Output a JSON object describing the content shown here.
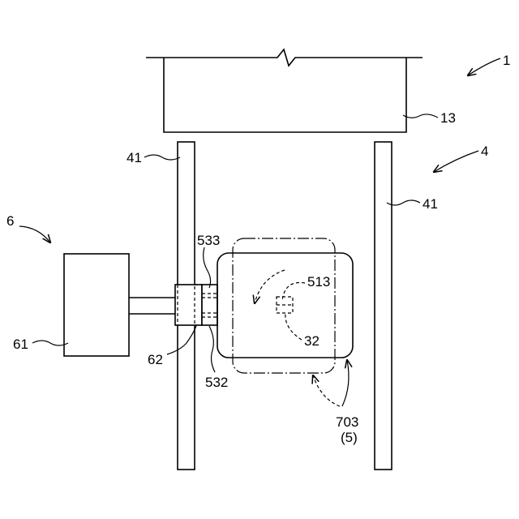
{
  "labels": {
    "ref_1": "1",
    "ref_13": "13",
    "ref_4": "4",
    "ref_41_left": "41",
    "ref_41_right": "41",
    "ref_6": "6",
    "ref_61": "61",
    "ref_62": "62",
    "ref_533": "533",
    "ref_532": "532",
    "ref_513": "513",
    "ref_32": "32",
    "ref_703": "703",
    "ref_5": "(5)"
  }
}
